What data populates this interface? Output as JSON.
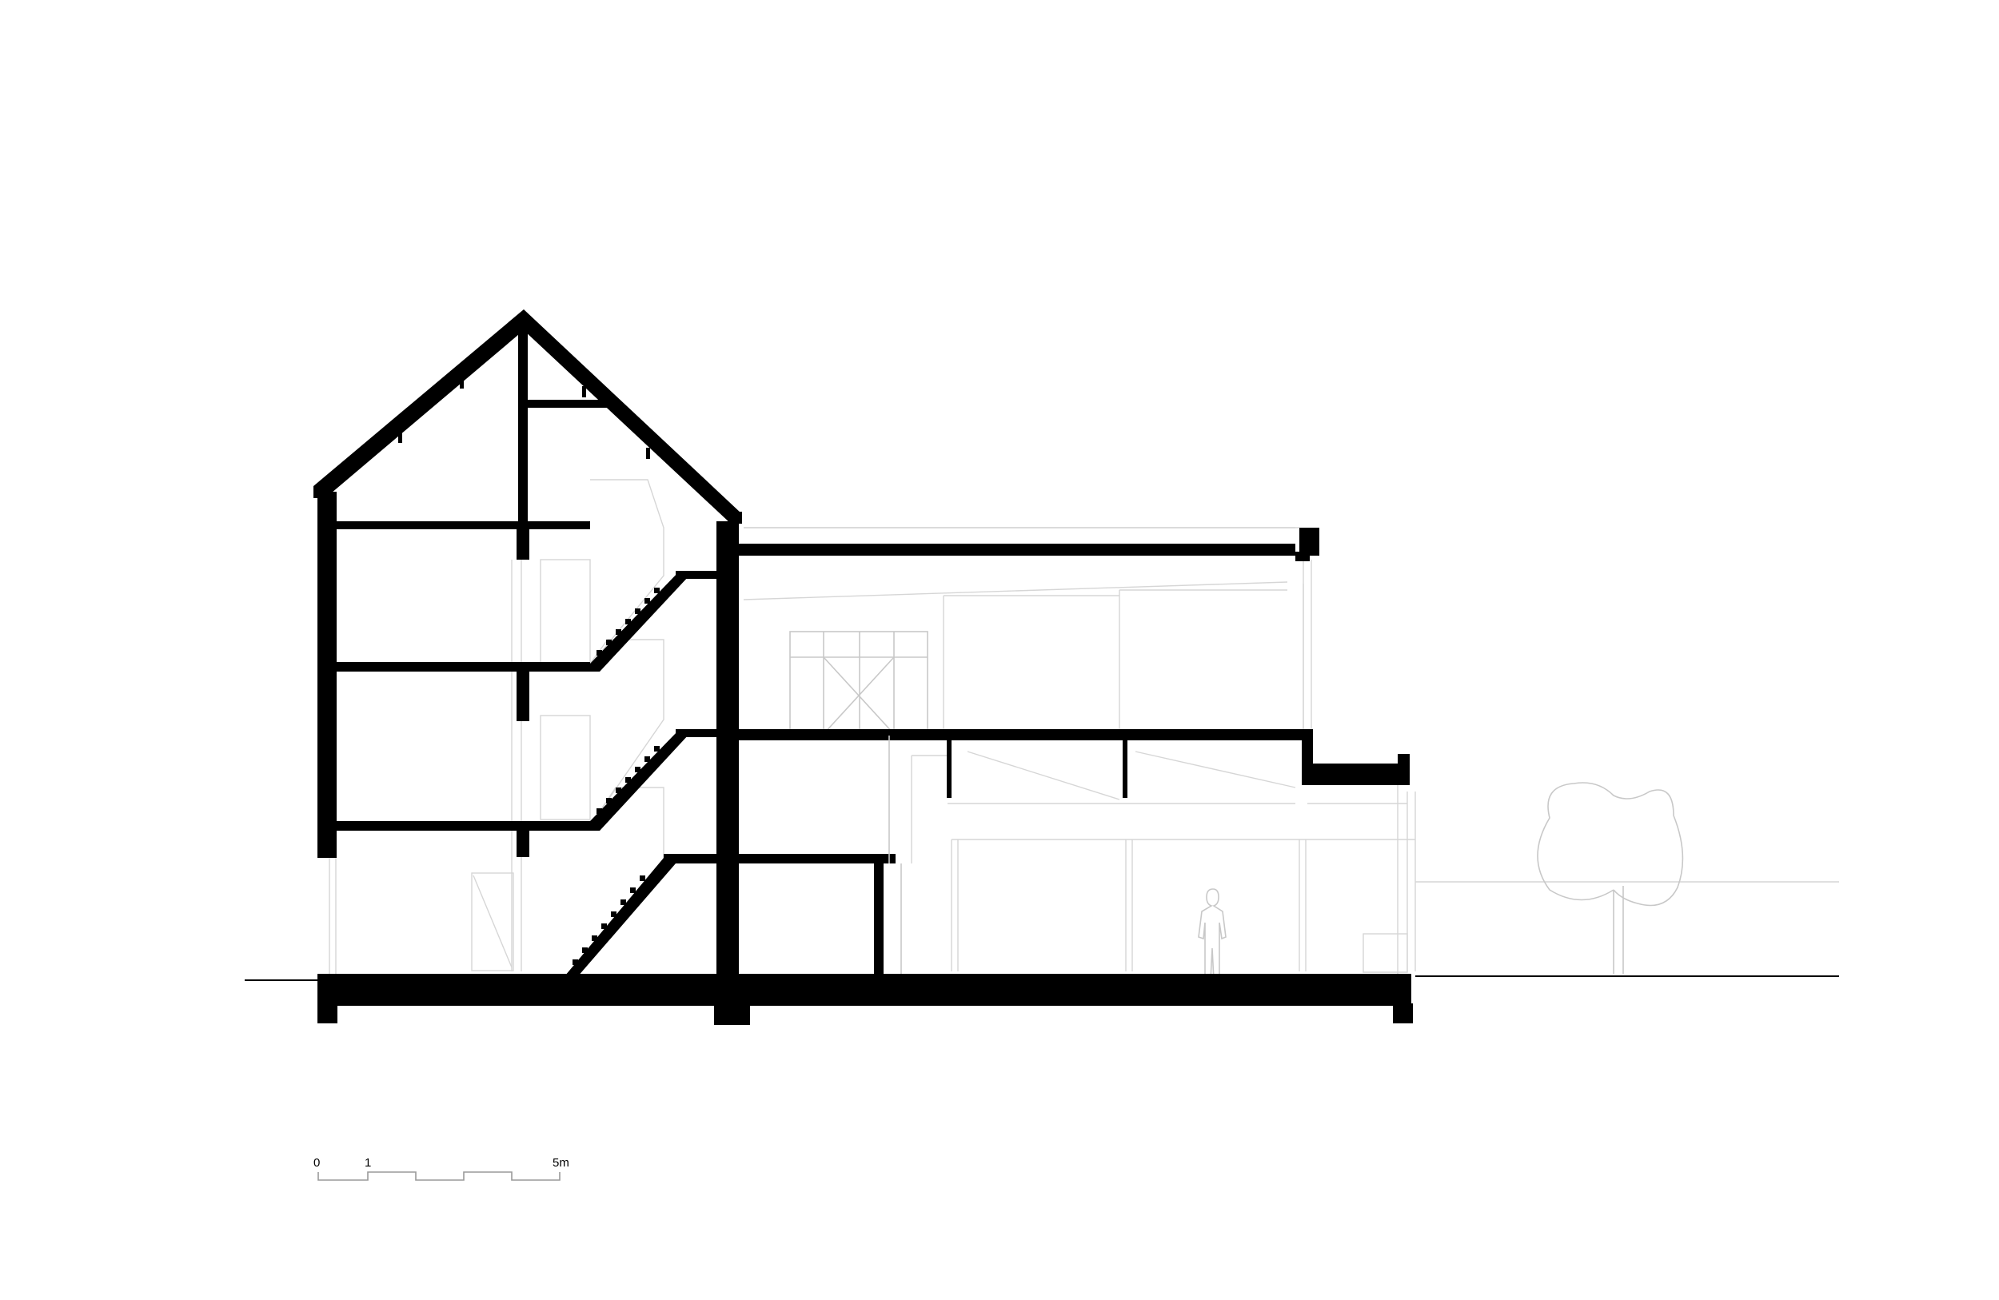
{
  "scale_bar": {
    "tick_0": "0",
    "tick_1": "1",
    "tick_5": "5m"
  },
  "colors": {
    "cut": "#000000",
    "background": "#ffffff",
    "elevation_lines": "#d6d6d6"
  }
}
